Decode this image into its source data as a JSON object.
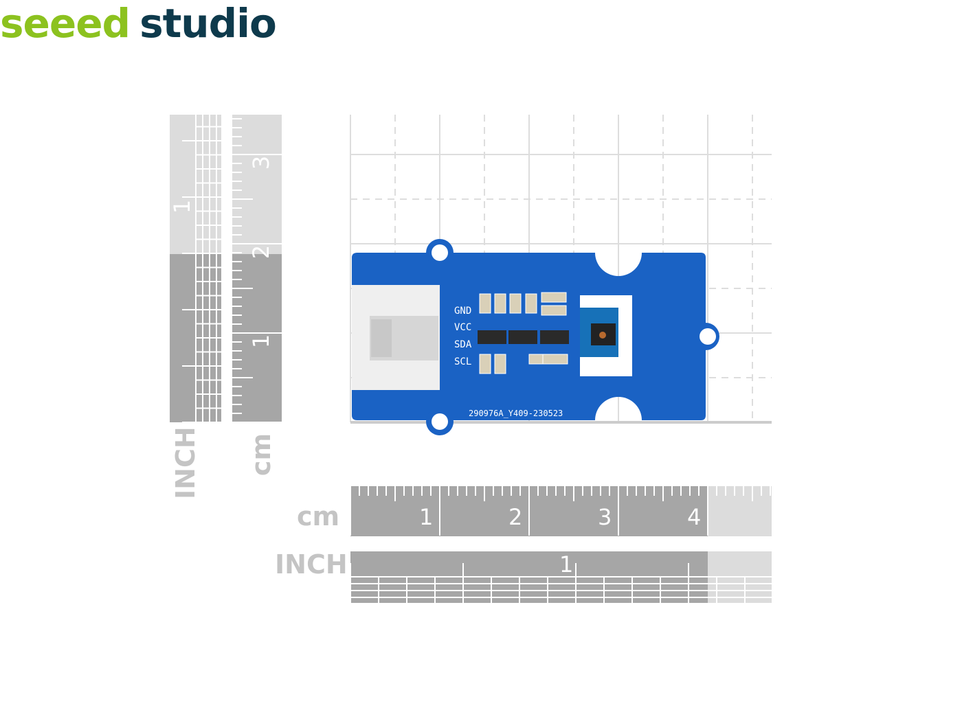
{
  "logo": {
    "part1": "seeed",
    "part2": "studio",
    "color1": "#8cc21f",
    "color2": "#0e3a4c"
  },
  "rulers": {
    "vertical_inch": {
      "label": "INCH",
      "numbers": [
        "1"
      ]
    },
    "vertical_cm": {
      "label": "cm",
      "numbers": [
        "1",
        "2",
        "3"
      ]
    },
    "horizontal_cm": {
      "label": "cm",
      "numbers": [
        "1",
        "2",
        "3",
        "4"
      ]
    },
    "horizontal_inch": {
      "label": "INCH",
      "numbers": [
        "1"
      ]
    }
  },
  "board": {
    "pins": [
      "GND",
      "VCC",
      "SDA",
      "SCL"
    ],
    "part_number": "290976A_Y409-230523",
    "color": "#1a62c4"
  }
}
